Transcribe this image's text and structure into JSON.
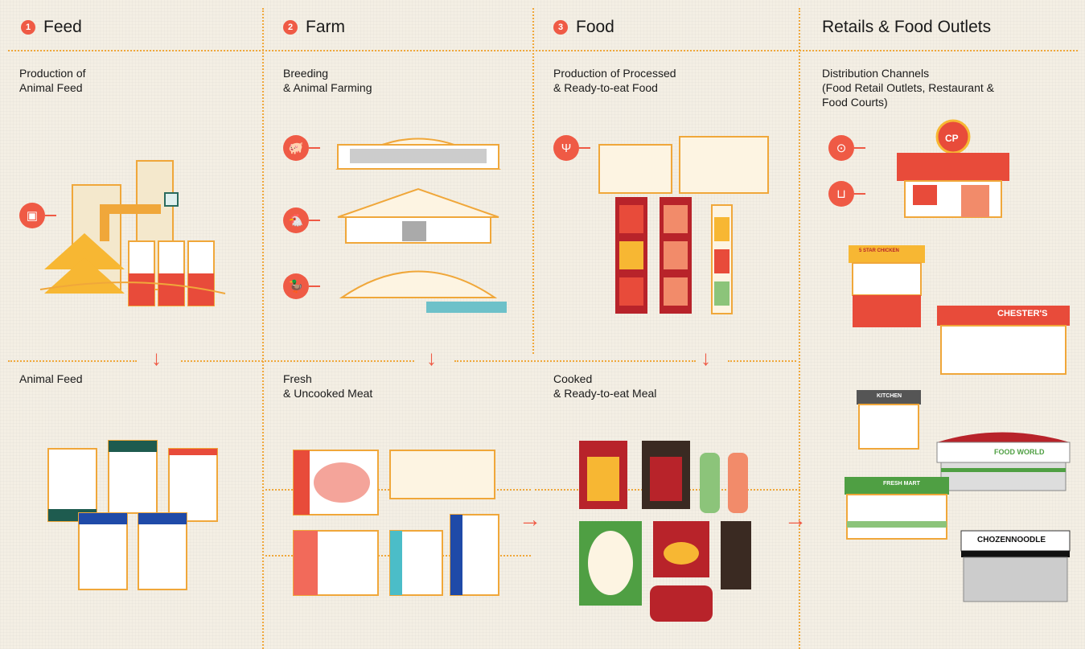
{
  "stages": [
    {
      "number": "1",
      "title": "Feed",
      "process": "Production of\nAnimal Feed",
      "output": "Animal Feed"
    },
    {
      "number": "2",
      "title": "Farm",
      "process": "Breeding\n& Animal Farming",
      "output": "Fresh\n& Uncooked Meat"
    },
    {
      "number": "3",
      "title": "Food",
      "process": "Production of Processed\n& Ready-to-eat Food",
      "output": "Cooked\n& Ready-to-eat Meal"
    },
    {
      "number": "",
      "title": "Retails & Food Outlets",
      "process": "Distribution Channels\n(Food Retail Outlets, Restaurant &\nFood Courts)",
      "output": ""
    }
  ],
  "stores": {
    "cp_logo": "CP",
    "five_star": "5 STAR CHICKEN",
    "chesters": "CHESTER'S",
    "kitchen": "KITCHEN",
    "food_world": "FOOD WORLD",
    "fresh_mart": "FRESH MART",
    "chozen": "CHOZENNOODLE"
  },
  "colors": {
    "accent": "#ef5a45",
    "line": "#f0a73a",
    "background": "#f4efe4",
    "dark_red": "#b8232a"
  }
}
